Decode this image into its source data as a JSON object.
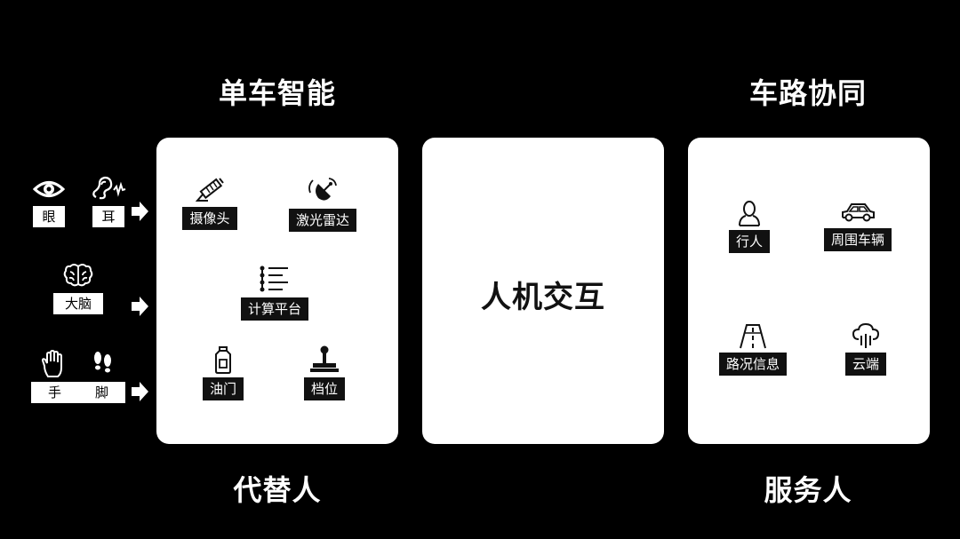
{
  "headings": {
    "single_vehicle": "单车智能",
    "vehicle_road": "车路协同",
    "replace_human": "代替人",
    "serve_human": "服务人"
  },
  "senses": {
    "eye": "眼",
    "ear": "耳",
    "brain": "大脑",
    "hand": "手",
    "foot": "脚"
  },
  "left_panel": {
    "camera": "摄像头",
    "lidar": "激光雷达",
    "compute": "计算平台",
    "throttle": "油门",
    "gear": "档位"
  },
  "center_panel": {
    "title": "人机交互"
  },
  "right_panel": {
    "pedestrian": "行人",
    "nearby_vehicles": "周围车辆",
    "road_info": "路况信息",
    "cloud": "云端"
  }
}
